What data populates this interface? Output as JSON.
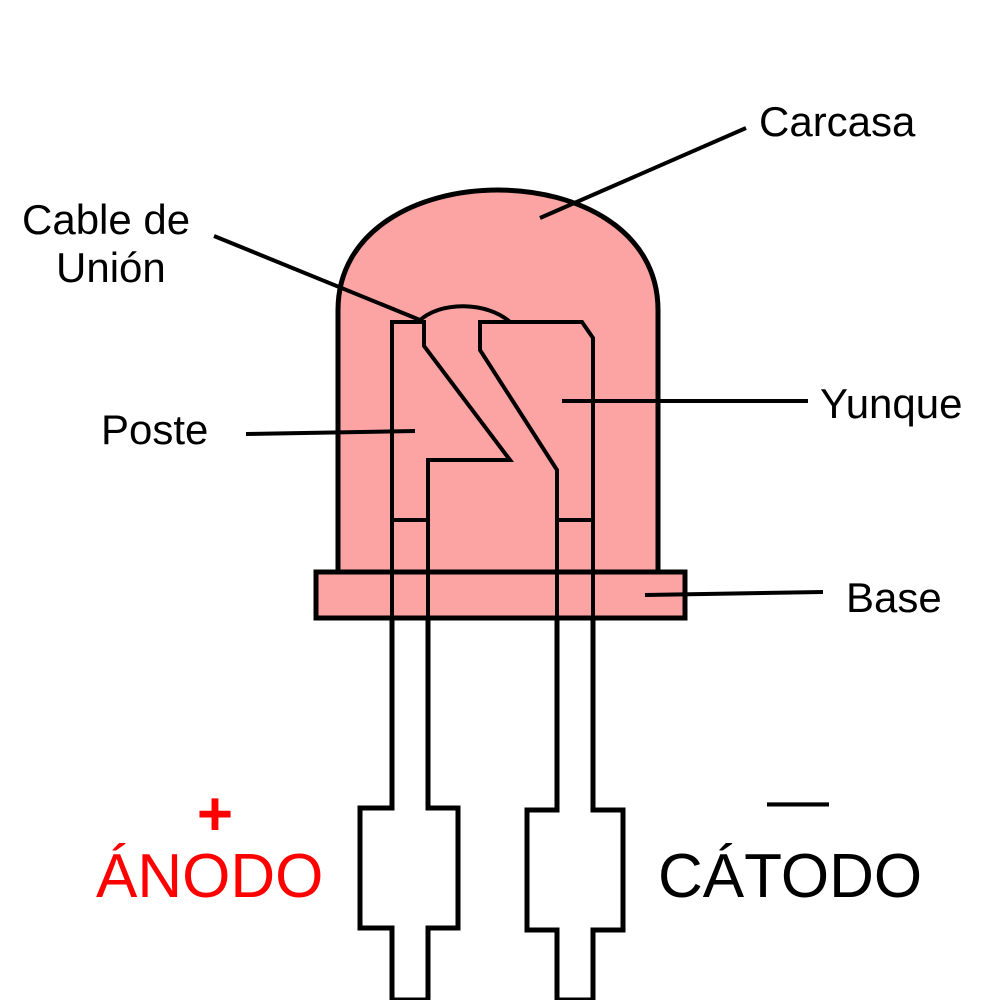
{
  "colors": {
    "body_fill": "#FCA4A4",
    "lead_fill": "#FFFFFF",
    "outline": "#000000",
    "anode": "#FF0000",
    "cathode": "#000000"
  },
  "labels": {
    "casing": "Carcasa",
    "bond_wire_line1": "Cable de",
    "bond_wire_line2": "Unión",
    "post": "Poste",
    "anvil": "Yunque",
    "base": "Base"
  },
  "terminals": {
    "anode_symbol": "+",
    "anode_label": "ÁNODO",
    "cathode_symbol": "—",
    "cathode_label": "CÁTODO"
  }
}
